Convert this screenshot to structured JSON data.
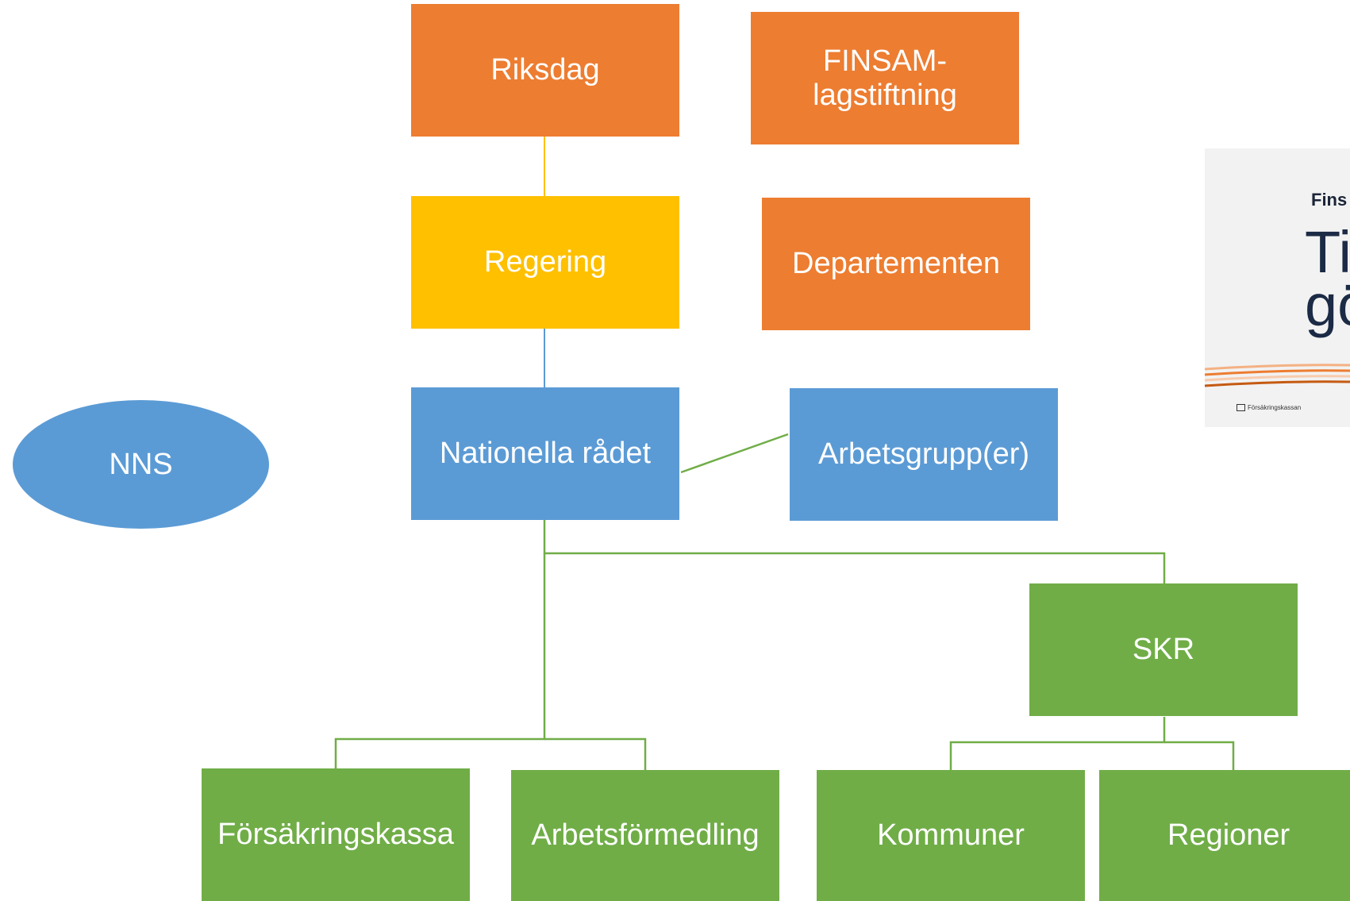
{
  "colors": {
    "orange": "#ed7d31",
    "yellow": "#ffc000",
    "blue": "#5b9bd5",
    "green": "#70ad47"
  },
  "nodes": {
    "riksdag": "Riksdag",
    "finsam_lagstiftning": "FINSAM-\nlagstiftning",
    "regering": "Regering",
    "departementen": "Departementen",
    "nationella_radet": "Nationella rådet",
    "arbetsgrupper": "Arbetsgrupp(er)",
    "nns": "NNS",
    "skr": "SKR",
    "forsakringskassa": "Försäkringskassa",
    "arbetsformedling": "Arbetsförmedling",
    "kommuner": "Kommuner",
    "regioner": "Regioner"
  },
  "document_thumbnail": {
    "kicker": "Fins",
    "title": "Ti\ngö",
    "logo_text": "Försäkringskassan",
    "stripe_colors": [
      "#f4b183",
      "#ed7d31",
      "#f8cbad",
      "#c55a11"
    ]
  }
}
